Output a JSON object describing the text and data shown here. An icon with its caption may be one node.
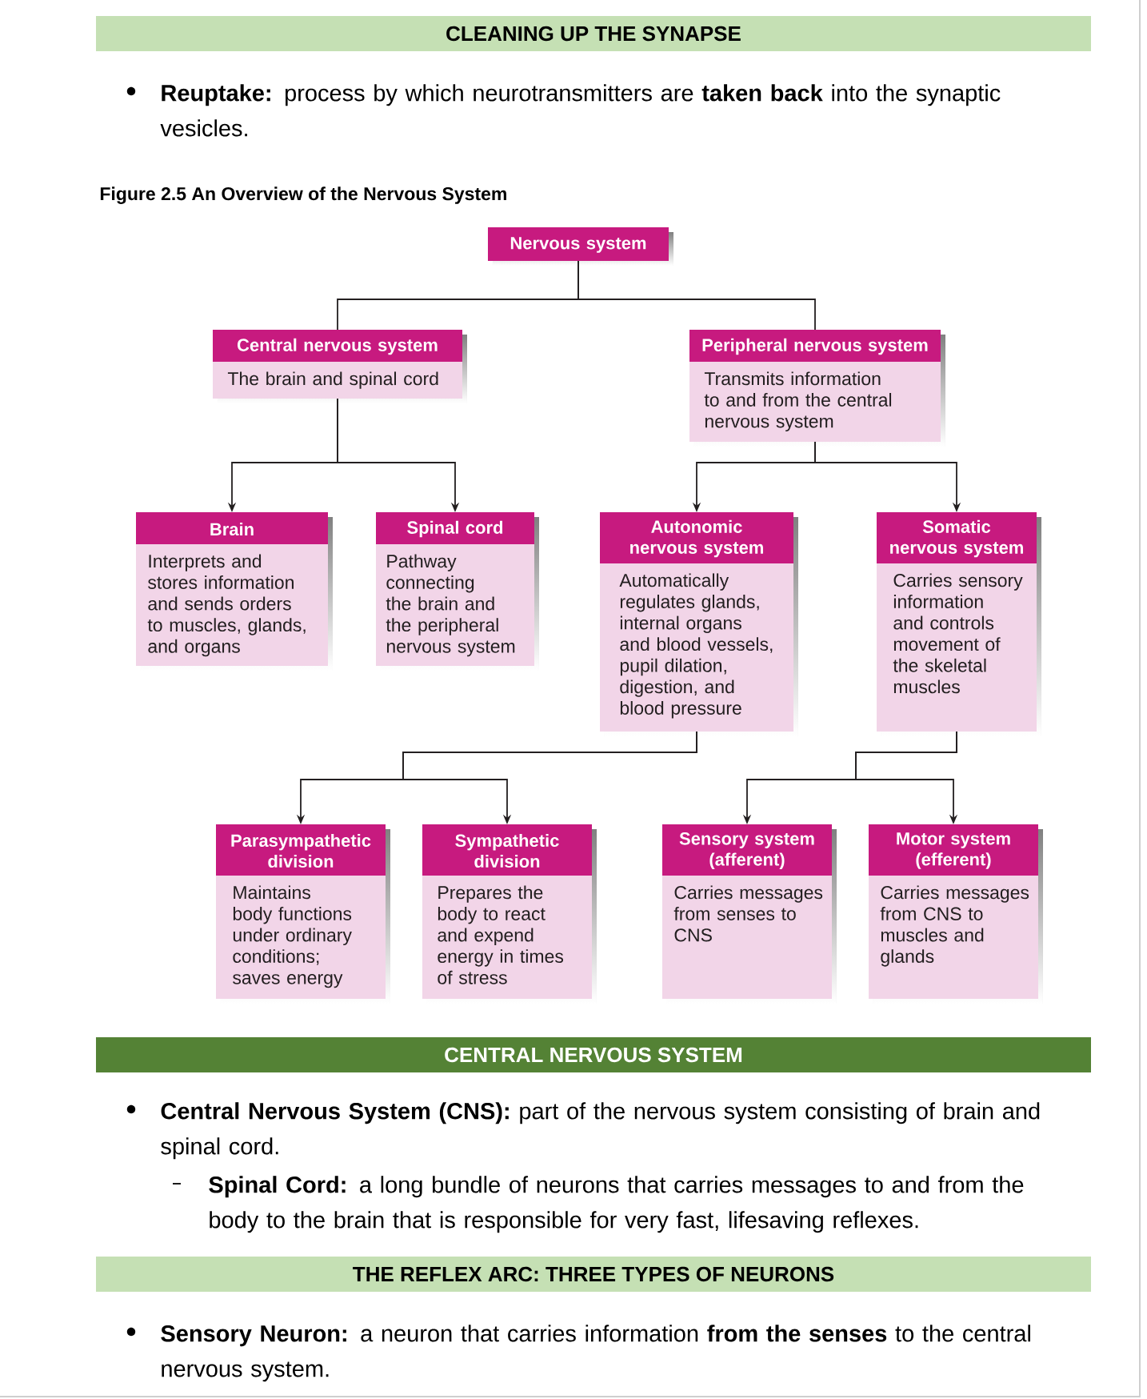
{
  "diagram": {
    "title": "Figure 2.5 An Overview of the Nervous System",
    "nodes": [
      {
        "text": [
          "CLEANING UP THE SYNAPSE"
        ]
      },
      {
        "text": [
          "Nervous system"
        ]
      },
      {
        "text": [
          "Central nervous system",
          "The brain and spinal cord"
        ]
      },
      {
        "text": [
          "Peripheral nervous system",
          "Transmits information to and from the central nervous system"
        ]
      },
      {
        "text": [
          "Brain",
          "Interprets and stores information and sends orders to muscles, glands, and organs"
        ]
      },
      {
        "text": [
          "Spinal cord",
          "Pathway connecting the brain and the peripheral nervous system"
        ]
      },
      {
        "text": [
          "Autonomic nervous system",
          "Automatically regulates glands, internal organs and blood vessels, pupil dilation, digestion, and blood pressure"
        ]
      },
      {
        "text": [
          "Somatic nervous system",
          "Carries sensory information and controls movement of the skeletal muscles"
        ]
      },
      {
        "text": [
          "Parasympathetic division",
          "Maintains body functions under ordinary conditions; saves energy"
        ]
      },
      {
        "text": [
          "Sympathetic division",
          "Prepares the body to react and expend energy in times of stress"
        ]
      },
      {
        "text": [
          "Sensory system (afferent)",
          "Carries messages from senses to CNS"
        ]
      },
      {
        "text": [
          "Motor system (efferent)",
          "Carries messages from CNS to muscles and glands"
        ]
      },
      {
        "text": [
          "CENTRAL NERVOUS SYSTEM"
        ]
      },
      {
        "text": [
          "THE REFLEX ARC: THREE TYPES OF NEURONS"
        ]
      }
    ],
    "edges": [
      {
        "from": 1,
        "to": 2,
        "arrow": "none"
      },
      {
        "from": 1,
        "to": 3,
        "arrow": "none"
      },
      {
        "from": 2,
        "to": 4,
        "arrow": "to"
      },
      {
        "from": 2,
        "to": 5,
        "arrow": "to"
      },
      {
        "from": 3,
        "to": 6,
        "arrow": "to"
      },
      {
        "from": 3,
        "to": 7,
        "arrow": "to"
      },
      {
        "from": 6,
        "to": 8,
        "arrow": "to"
      },
      {
        "from": 6,
        "to": 9,
        "arrow": "to"
      },
      {
        "from": 7,
        "to": 10,
        "arrow": "to"
      },
      {
        "from": 7,
        "to": 11,
        "arrow": "to"
      }
    ],
    "labels": [
      "**Reuptake:** process by which neurotransmitters are **taken back** into the synaptic vesicles.",
      "**Central Nervous System (CNS):** part of the nervous system consisting of brain and spinal cord.",
      "**Spinal Cord:** a long bundle of neurons that carries messages to and from the body to the brain that is responsible for very fast, lifesaving reflexes.",
      "**Sensory Neuron:** a neuron that carries information **from the senses** to the central nervous system."
    ]
  }
}
